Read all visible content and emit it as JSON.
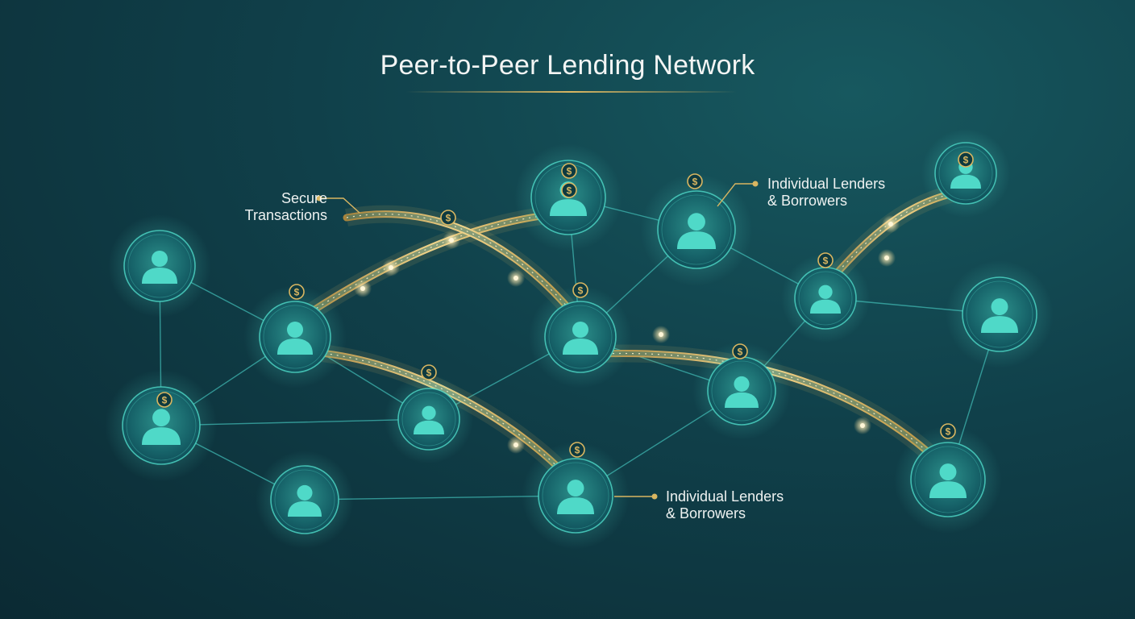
{
  "title": "Peer-to-Peer Lending Network",
  "callouts": {
    "secure": "Secure\nTransactions",
    "lenders_top": "Individual Lenders\n& Borrowers",
    "lenders_bottom": "Individual Lenders\n& Borrowers"
  },
  "icons": {
    "node": "person-icon",
    "coin": "dollar-coin-icon",
    "coin_symbol": "$"
  },
  "colors": {
    "background": "#0f3b44",
    "node_teal": "#4fd9c8",
    "link_teal": "#3fb6b0",
    "gold": "#d9b661",
    "text": "#eef2f1"
  }
}
